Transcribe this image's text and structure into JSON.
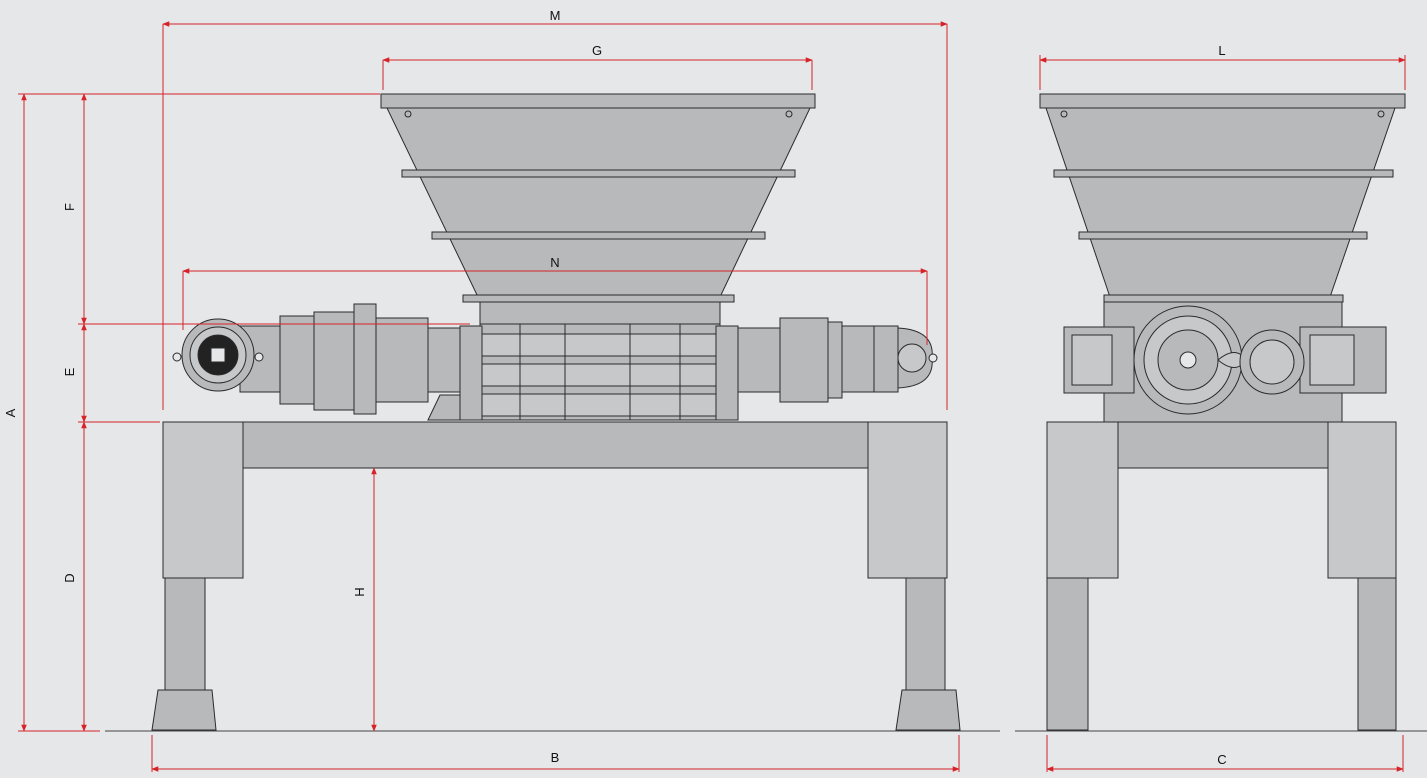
{
  "drawing": {
    "dimension_color": "#d6232a",
    "part_fill": "#b8b9bb",
    "part_fill_light": "#c7c8ca",
    "line_color": "#2b2b2b",
    "background": "#e6e7e8",
    "labels": {
      "M": "M",
      "G": "G",
      "N": "N",
      "A": "A",
      "F": "F",
      "E": "E",
      "D": "D",
      "H": "H",
      "B": "B",
      "L": "L",
      "C": "C"
    }
  }
}
